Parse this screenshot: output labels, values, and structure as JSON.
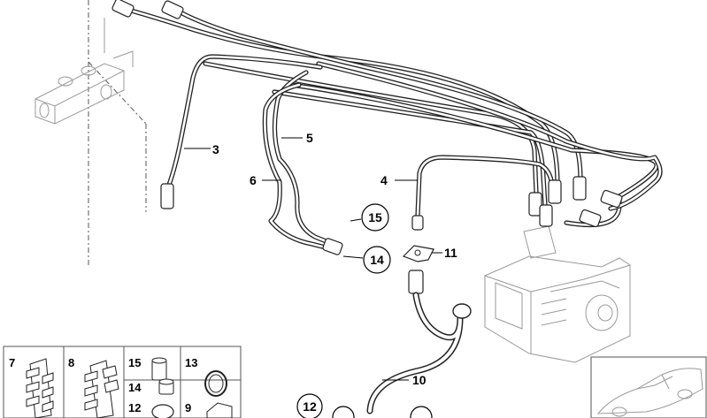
{
  "callouts": {
    "c3": "3",
    "c4": "4",
    "c5": "5",
    "c6": "6",
    "c10": "10",
    "c11": "11",
    "c12": "12",
    "c14": "14",
    "c15": "15"
  },
  "inset": {
    "n7": "7",
    "n8": "8",
    "n15": "15",
    "n14": "14",
    "n13": "13",
    "n12": "12",
    "n9": "9"
  }
}
